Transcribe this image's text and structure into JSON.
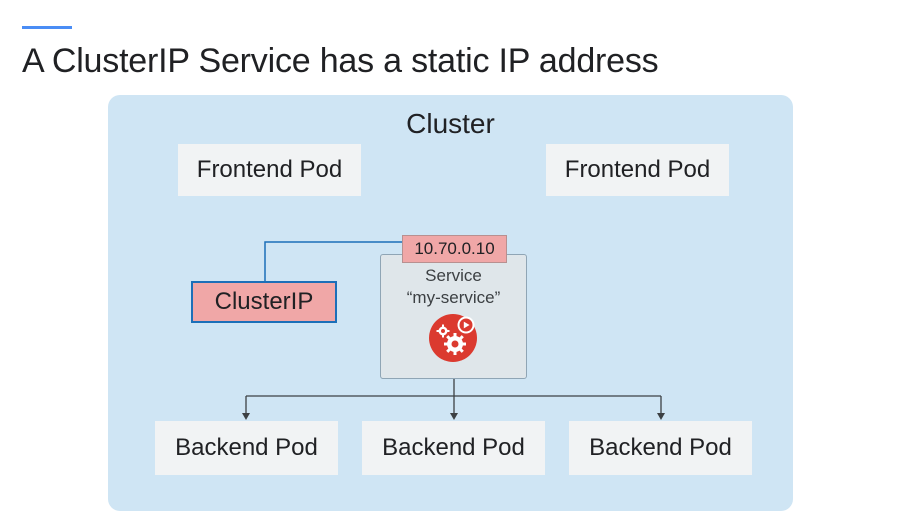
{
  "slide": {
    "title": "A ClusterIP Service has a static IP address"
  },
  "cluster": {
    "label": "Cluster"
  },
  "frontend_pods": [
    {
      "label": "Frontend Pod"
    },
    {
      "label": "Frontend Pod"
    }
  ],
  "clusterip": {
    "label": "ClusterIP"
  },
  "service": {
    "ip": "10.70.0.10",
    "line1": "Service",
    "line2": "“my-service”",
    "icon": "gears-play-icon"
  },
  "backend_pods": [
    {
      "label": "Backend Pod"
    },
    {
      "label": "Backend Pod"
    },
    {
      "label": "Backend Pod"
    }
  ],
  "colors": {
    "cluster_bg": "#cfe5f4",
    "pod_bg": "#f1f3f4",
    "clusterip_fill": "#f0a7a7",
    "clusterip_border": "#1c6fb8",
    "service_bg": "#dfe6ea",
    "icon_red": "#db3a2f",
    "accent": "#4a8df5"
  }
}
